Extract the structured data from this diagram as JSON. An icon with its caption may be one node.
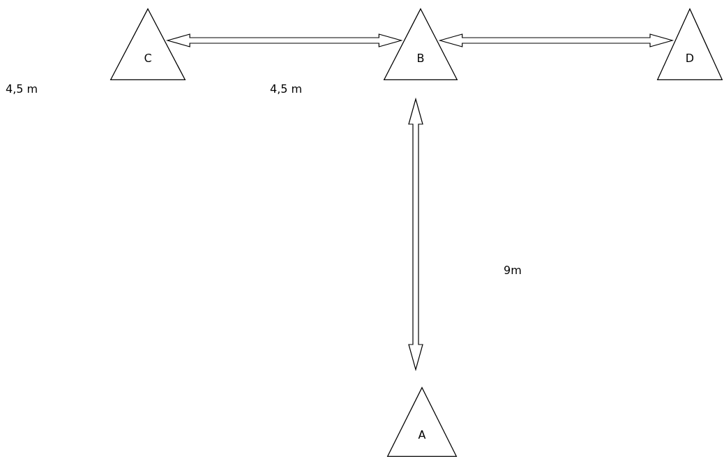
{
  "diagram": {
    "nodes": [
      {
        "text": [
          "C"
        ]
      },
      {
        "text": [
          "B"
        ]
      },
      {
        "text": [
          "D"
        ]
      },
      {
        "text": [
          "A"
        ]
      }
    ],
    "edges": [
      {
        "from": 0,
        "to": 1,
        "arrow": "both"
      },
      {
        "from": 1,
        "to": 2,
        "arrow": "both"
      },
      {
        "from": 1,
        "to": 3,
        "arrow": "both"
      }
    ],
    "labels": [
      "4,5 m",
      "4,5 m",
      "9m"
    ]
  }
}
